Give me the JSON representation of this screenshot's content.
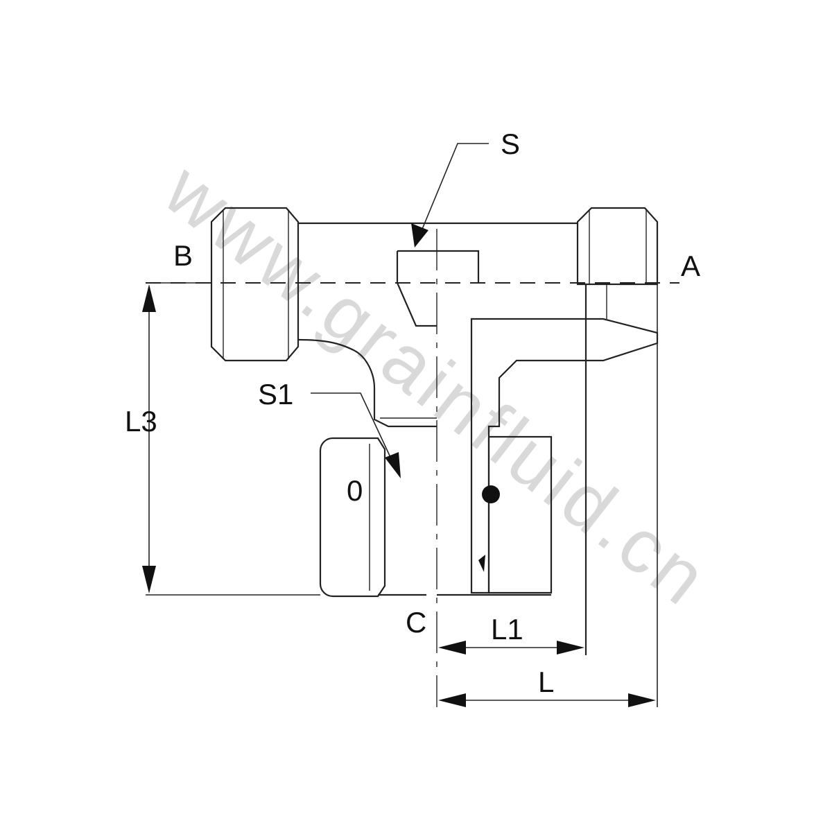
{
  "watermark": "www.grainfluid.cn",
  "labels": {
    "s": "S",
    "s1": "S1",
    "a": "A",
    "b": "B",
    "c": "C",
    "o": "0",
    "l": "L",
    "l1": "L1",
    "l3": "L3"
  },
  "colors": {
    "line": "#222222",
    "text": "#111111",
    "watermark": "#d9d9d9",
    "background": "#ffffff"
  }
}
